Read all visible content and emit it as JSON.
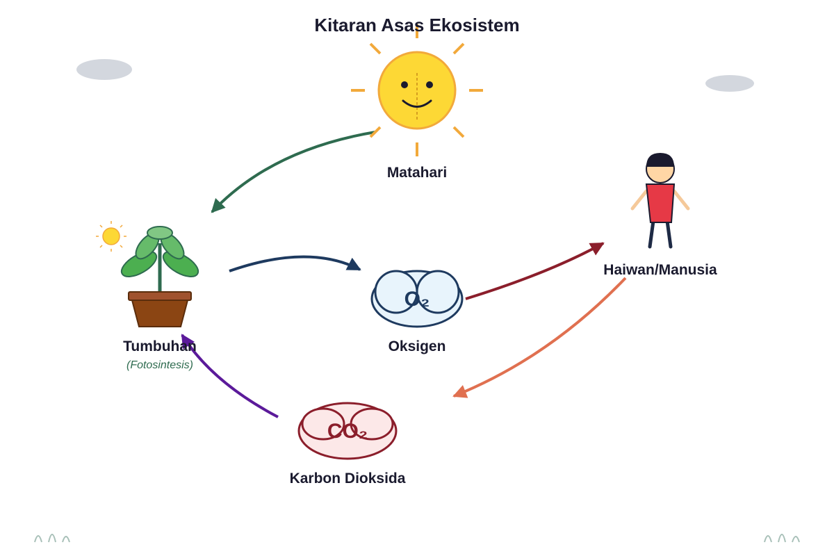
{
  "title": "Kitaran Asas Ekosistem",
  "nodes": {
    "sun": {
      "label": "Matahari"
    },
    "plant": {
      "label": "Tumbuhan",
      "sublabel": "(Fotosintesis)"
    },
    "oxygen": {
      "label": "Oksigen",
      "formula": "O₂"
    },
    "human": {
      "label": "Haiwan/Manusia"
    },
    "co2": {
      "label": "Karbon Dioksida",
      "formula": "CO₂"
    }
  },
  "colors": {
    "sun_to_plant": "#2e6b4f",
    "plant_to_oxygen": "#1e3a5f",
    "oxygen_to_human": "#8b1e2b",
    "human_to_co2": "#e07050",
    "co2_to_plant": "#5b1a9a",
    "sun_fill": "#fdd835",
    "sun_rays": "#f2a93b",
    "oxygen_outline": "#1e3a5f",
    "co2_outline": "#8b1e2b"
  },
  "arrows": [
    {
      "from": "sun",
      "to": "plant"
    },
    {
      "from": "plant",
      "to": "oxygen"
    },
    {
      "from": "oxygen",
      "to": "human"
    },
    {
      "from": "human",
      "to": "co2"
    },
    {
      "from": "co2",
      "to": "plant"
    }
  ]
}
